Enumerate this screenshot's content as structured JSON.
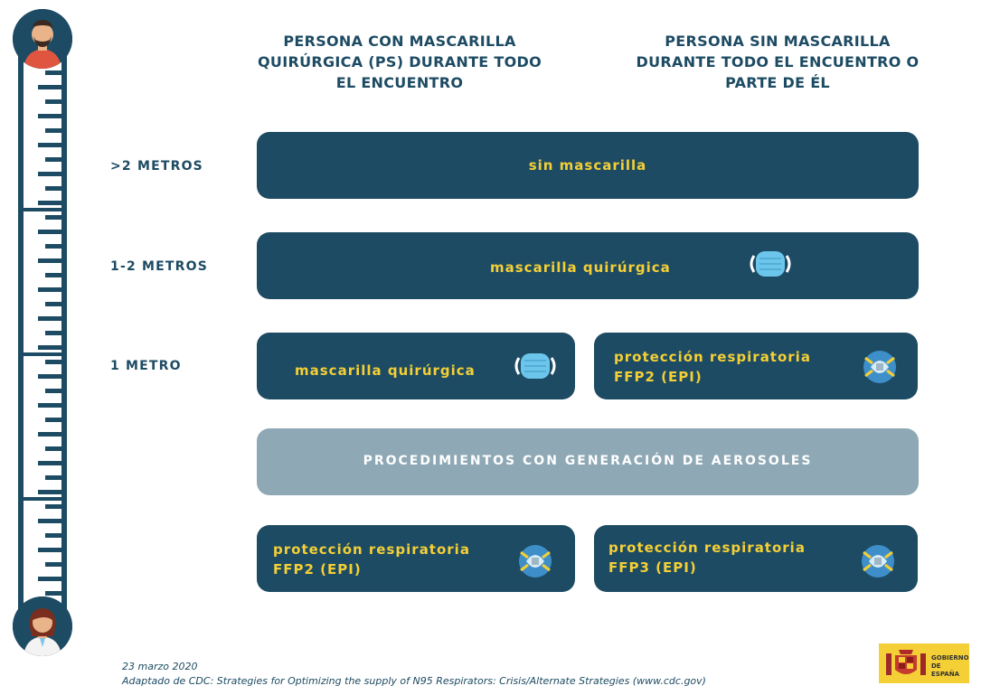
{
  "headers": {
    "left": "PERSONA CON  MASCARILLA QUIRÚRGICA (PS) DURANTE TODO EL ENCUENTRO",
    "right": "PERSONA SIN  MASCARILLA DURANTE TODO EL ENCUENTRO O PARTE DE ÉL"
  },
  "rows": {
    "r1": ">2 METROS",
    "r2": "1-2 METROS",
    "r3": "1 METRO"
  },
  "panels": {
    "sin_mascarilla": "sin mascarilla",
    "mascarilla_wide": "mascarilla quirúrgica",
    "mascarilla_left": "mascarilla quirúrgica",
    "ffp2_right_l1": "protección respiratoria",
    "ffp2_right_l2": "FFP2 (EPI)",
    "aerosoles": "PROCEDIMIENTOS CON GENERACIÓN DE AEROSOLES",
    "ffp2_left_l1": "protección respiratoria",
    "ffp2_left_l2": "FFP2 (EPI)",
    "ffp3_l1": "protección respiratoria",
    "ffp3_l2": "FFP3 (EPI)"
  },
  "footer": {
    "date": "23 marzo 2020",
    "source": "Adaptado de CDC: Strategies for Optimizing the supply of N95 Respirators: Crisis/Alternate Strategies (www.cdc.gov)"
  },
  "logo": {
    "line1": "GOBIERNO",
    "line2": "DE ESPAÑA"
  },
  "icons": {
    "person_top": "person-avatar-icon",
    "person_bottom": "doctor-avatar-icon",
    "surgical_mask": "surgical-mask-icon",
    "respirator": "respirator-icon"
  },
  "colors": {
    "panel": "#1d4b63",
    "panel_light": "#8ea8b5",
    "accent_text": "#f4cf36"
  }
}
